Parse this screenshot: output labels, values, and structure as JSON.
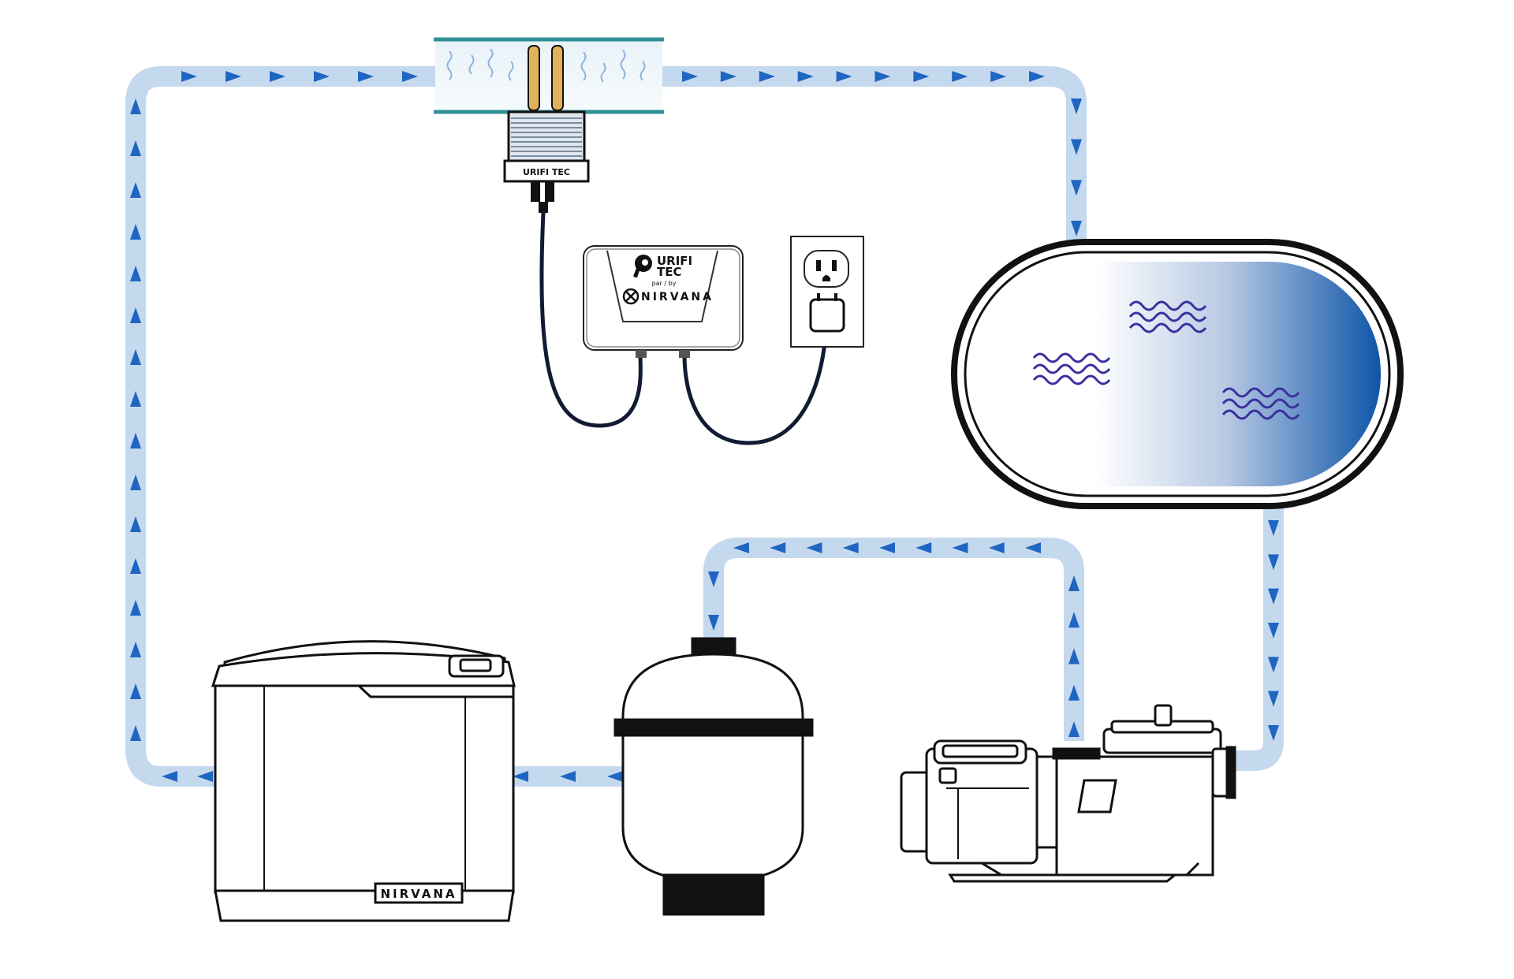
{
  "diagram": {
    "colors": {
      "pipe": "#c5d9ee",
      "arrow": "#1f65c2",
      "outline": "#111111",
      "electrode": "#e0b25a",
      "water_icon": "#3a2f9e",
      "pool_blue": "#1555a6",
      "cable": "#111b33"
    },
    "nodes": [
      {
        "id": "purifier-cell",
        "label": "",
        "icon": "electrode-cell"
      },
      {
        "id": "controller",
        "label": "",
        "icon": "control-box"
      },
      {
        "id": "outlet",
        "label": "",
        "icon": "wall-outlet"
      },
      {
        "id": "pool",
        "label": "",
        "icon": "pool"
      },
      {
        "id": "pump",
        "label": "",
        "icon": "pool-pump"
      },
      {
        "id": "filter",
        "label": "",
        "icon": "sand-filter"
      },
      {
        "id": "heat-pump",
        "label": "",
        "icon": "heat-pump"
      }
    ],
    "edges": [
      {
        "from": "pool",
        "to": "pump",
        "kind": "water-flow"
      },
      {
        "from": "pump",
        "to": "filter",
        "kind": "water-flow"
      },
      {
        "from": "filter",
        "to": "heat-pump",
        "kind": "water-flow"
      },
      {
        "from": "heat-pump",
        "to": "purifier-cell",
        "kind": "water-flow"
      },
      {
        "from": "purifier-cell",
        "to": "pool",
        "kind": "water-flow"
      },
      {
        "from": "purifier-cell",
        "to": "controller",
        "kind": "cable"
      },
      {
        "from": "controller",
        "to": "outlet",
        "kind": "cable"
      }
    ],
    "labels": {
      "cell_brand": "URIFI TEC",
      "controller_brand_1": "URIFI",
      "controller_brand_2": "TEC",
      "controller_par": "par / by",
      "controller_nirvana": "NIRVANA",
      "heatpump_nirvana": "NIRVANA"
    }
  }
}
